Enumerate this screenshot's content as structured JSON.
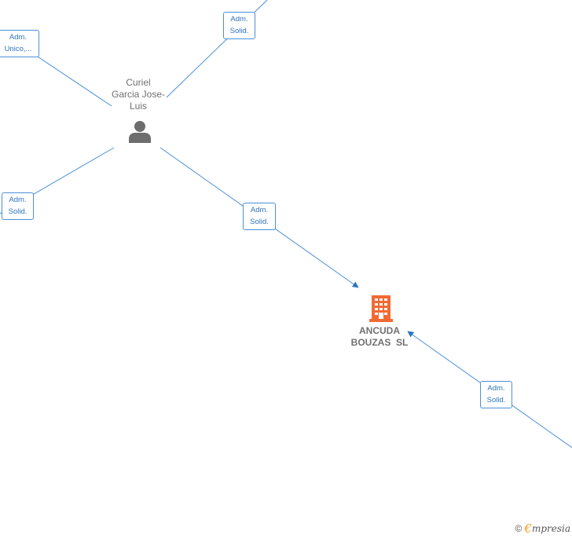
{
  "person": {
    "name_line1": "Curiel",
    "name_line2": "Garcia Jose-",
    "name_line3": "Luis"
  },
  "company": {
    "name_line1": "ANCUDA",
    "name_line2": "BOUZAS  SL"
  },
  "edges": [
    {
      "line1": "Adm.",
      "line2": "Unico,..."
    },
    {
      "line1": "Adm.",
      "line2": "Solid."
    },
    {
      "line1": "Adm.",
      "line2": "Solid."
    },
    {
      "line1": "Adm.",
      "line2": "Solid."
    },
    {
      "line1": "Adm.",
      "line2": "Solid."
    }
  ],
  "credit": {
    "symbol": "©",
    "brand_initial": "€",
    "brand_rest": "mpresia"
  },
  "colors": {
    "edge": "#4a90d9",
    "person_icon": "#6d6d6d",
    "company_icon": "#f26a33"
  }
}
